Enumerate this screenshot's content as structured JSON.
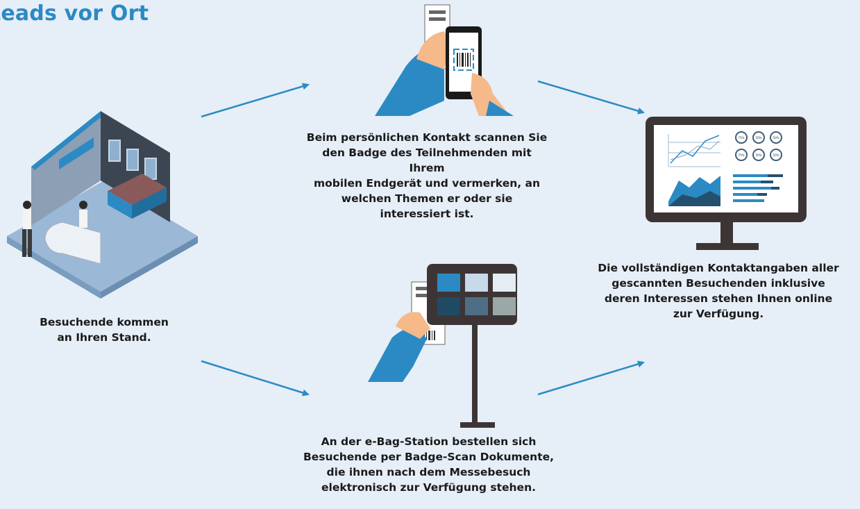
{
  "title": "Leads vor Ort",
  "steps": {
    "stand": {
      "caption": [
        "Besuchende kommen",
        "an Ihren Stand."
      ]
    },
    "scan": {
      "caption": [
        "Beim persönlichen Kontakt scannen Sie",
        "den Badge des Teilnehmenden mit Ihrem",
        "mobilen Endgerät und vermerken, an",
        "welchen Themen er oder sie",
        "interessiert ist."
      ]
    },
    "online": {
      "caption": [
        "Die vollständigen Kontaktangaben aller",
        "gescannten Besuchenden inklusive",
        "deren Interessen stehen Ihnen online",
        "zur Verfügung."
      ]
    },
    "ebag": {
      "caption": [
        "An der e-Bag-Station bestellen sich",
        "Besuchende per Badge-Scan Dokumente,",
        "die ihnen nach dem Messebesuch",
        "elektronisch zur Verfügung stehen."
      ]
    }
  },
  "dashboard": {
    "gauges": [
      "75%",
      "50%",
      "50%",
      "75%",
      "50%",
      "50%"
    ]
  },
  "colors": {
    "accent": "#2b8ac4",
    "background": "#e6eef7",
    "dark": "#3d3535"
  }
}
